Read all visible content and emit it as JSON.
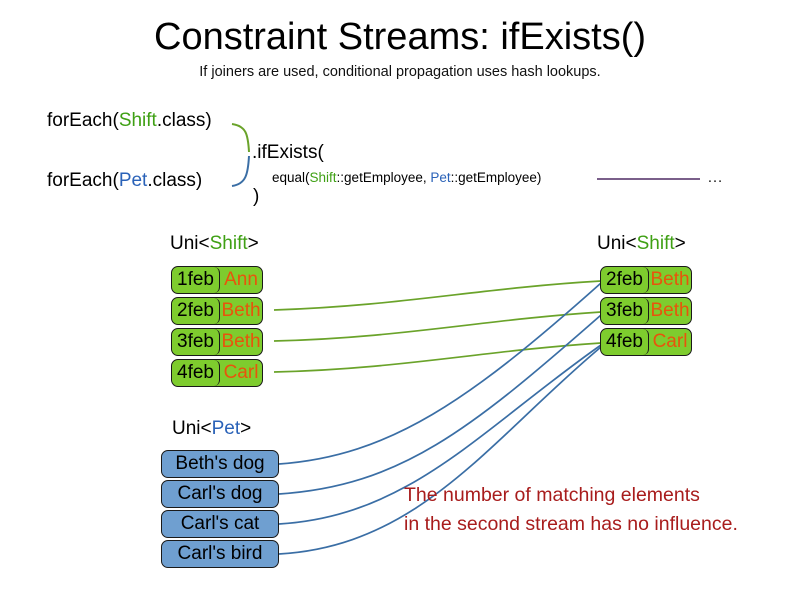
{
  "header": {
    "title": "Constraint Streams: ifExists()",
    "subtitle": "If joiners are used, conditional propagation uses hash lookups."
  },
  "code": {
    "shift_source_prefix": "forEach(",
    "shift_source_class": "Shift",
    "shift_source_suffix": ".class)",
    "pet_source_prefix": "forEach(",
    "pet_source_class": "Pet",
    "pet_source_suffix": ".class)",
    "operation": ".ifExists(",
    "joiner_prefix": "equal(",
    "joiner_left_class": "Shift",
    "joiner_left_method": "::getEmployee, ",
    "joiner_right_class": "Pet",
    "joiner_right_method": "::getEmployee)",
    "close_paren": ")",
    "continuation": "…"
  },
  "streams": {
    "left_shift": {
      "label_prefix": "Uni<",
      "label_type": "Shift",
      "label_suffix": ">",
      "cards": [
        {
          "date": "1feb",
          "name": "Ann"
        },
        {
          "date": "2feb",
          "name": "Beth"
        },
        {
          "date": "3feb",
          "name": "Beth"
        },
        {
          "date": "4feb",
          "name": "Carl"
        }
      ]
    },
    "left_pet": {
      "label_prefix": "Uni<",
      "label_type": "Pet",
      "label_suffix": ">",
      "cards": [
        {
          "text": "Beth's dog"
        },
        {
          "text": "Carl's dog"
        },
        {
          "text": "Carl's cat"
        },
        {
          "text": "Carl's bird"
        }
      ]
    },
    "right_shift": {
      "label_prefix": "Uni<",
      "label_type": "Shift",
      "label_suffix": ">",
      "cards": [
        {
          "date": "2feb",
          "name": "Beth"
        },
        {
          "date": "3feb",
          "name": "Beth"
        },
        {
          "date": "4feb",
          "name": "Carl"
        }
      ]
    }
  },
  "annotation": {
    "line1": "The number of matching elements",
    "line2": "in the second stream has no influence."
  },
  "colors": {
    "shift_green": "#7ecc2e",
    "shift_green_text": "#3fa014",
    "pet_blue": "#6f9fd0",
    "pet_blue_text": "#2a62b8",
    "name_orange": "#e8540c",
    "annotation_red": "#a81c1c",
    "wire_green": "#6aa32a",
    "wire_blue": "#3a6ea5",
    "joiner_line_purple": "#7a5f8a",
    "card_border": "#1a1a1a"
  }
}
